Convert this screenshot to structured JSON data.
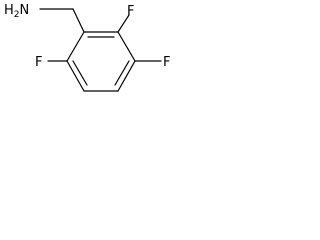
{
  "molecule": {
    "labels": {
      "hydrazine": "H2N",
      "hydrazine_main": "H",
      "hydrazine_sub": "2",
      "hydrazine_end": "N",
      "fluorine_top_right": "F",
      "fluorine_right": "F",
      "fluorine_left": "F"
    },
    "colors": {
      "bond": "#000000",
      "label": "#000000",
      "background": "#ffffff"
    }
  }
}
